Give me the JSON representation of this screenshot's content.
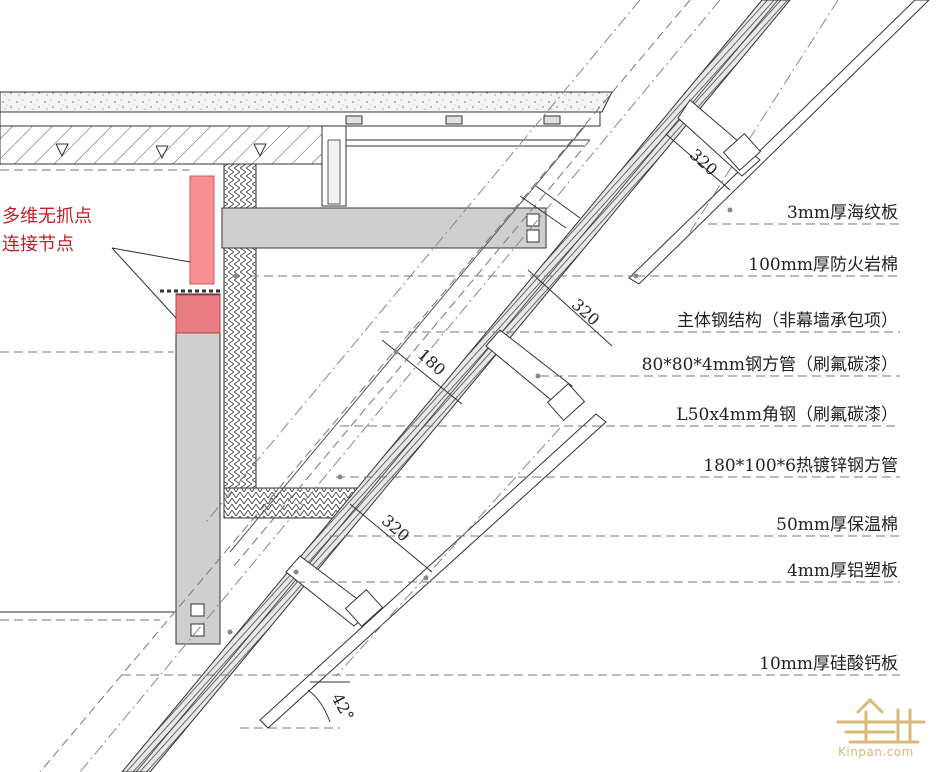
{
  "colors": {
    "accent_red": "#c0202a",
    "pink_fill": "#f48f94",
    "steel_fill": "#cfcfcf",
    "line": "#333333",
    "logo": "#d9b878"
  },
  "callout": {
    "line1": "多维无抓点",
    "line2": "连接节点"
  },
  "labels": [
    {
      "id": "plate-3mm",
      "text": "3mm厚海纹板"
    },
    {
      "id": "rockwool-100",
      "text": "100mm厚防火岩棉"
    },
    {
      "id": "main-steel",
      "text": "主体钢结构（非幕墙承包项）"
    },
    {
      "id": "tube-80",
      "text": "80*80*4mm钢方管（刷氟碳漆）"
    },
    {
      "id": "angle-l50",
      "text": "L50x4mm角钢（刷氟碳漆）"
    },
    {
      "id": "tube-180",
      "text": "180*100*6热镀锌钢方管"
    },
    {
      "id": "insulation-50",
      "text": "50mm厚保温棉"
    },
    {
      "id": "acp-4",
      "text": "4mm厚铝塑板"
    },
    {
      "id": "calcium-10",
      "text": "10mm厚硅酸钙板"
    }
  ],
  "dimensions": {
    "d1": "320",
    "d2": "320",
    "d3": "180",
    "d4": "320",
    "angle": "42°"
  },
  "logo": {
    "name": "金盘",
    "url_text": "Kinpan.com"
  }
}
